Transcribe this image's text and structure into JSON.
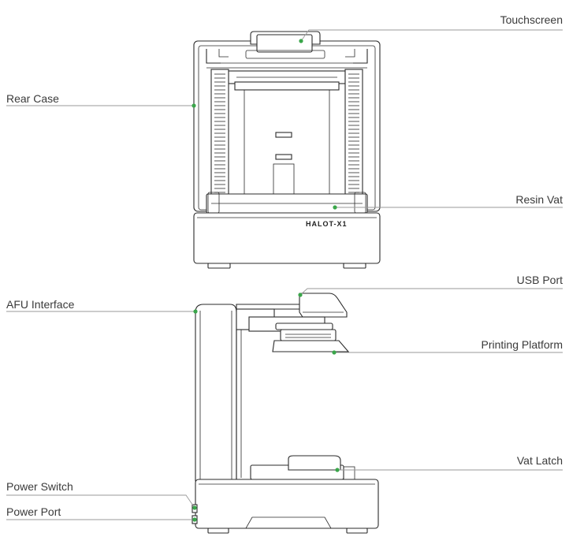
{
  "front_view": {
    "brand_label": "HALOT-X1",
    "callouts": {
      "touchscreen": "Touchscreen",
      "rear_case": "Rear Case",
      "resin_vat": "Resin Vat"
    }
  },
  "side_view": {
    "callouts": {
      "usb_port": "USB Port",
      "afu_interface": "AFU Interface",
      "printing_platform": "Printing Platform",
      "vat_latch": "Vat Latch",
      "power_switch": "Power Switch",
      "power_port": "Power Port"
    }
  },
  "colors": {
    "marker": "#3aa64a",
    "line_art": "#2b2b2b",
    "leader": "#9a9a9a"
  }
}
